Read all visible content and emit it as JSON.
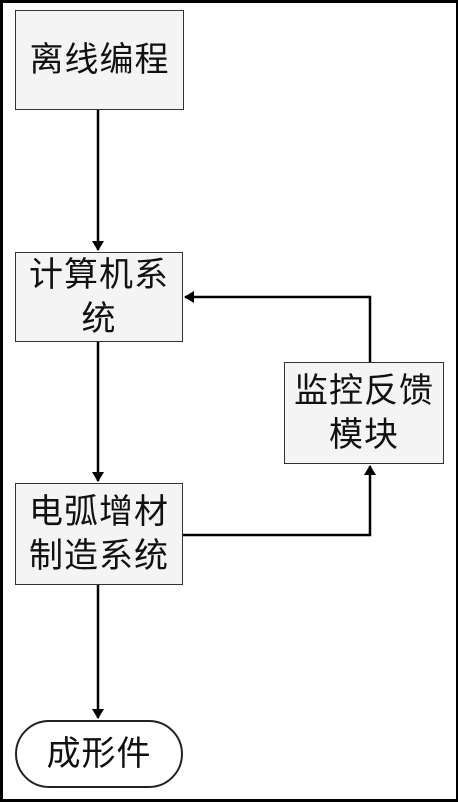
{
  "nodes": {
    "offline_programming": "离线编程",
    "computer_system": "计算机系统",
    "monitoring_feedback": "监控反馈模块",
    "wire_arc_am_system": "电弧增材制造系统",
    "formed_part": "成形件"
  }
}
